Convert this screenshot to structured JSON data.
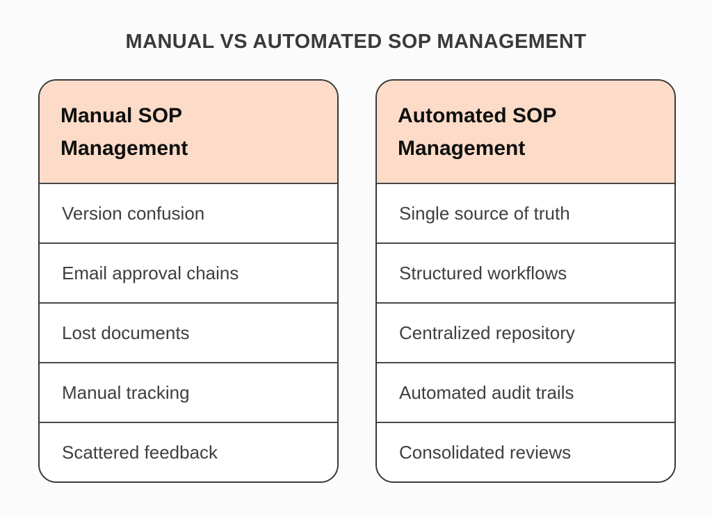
{
  "page": {
    "title": "MANUAL VS AUTOMATED SOP MANAGEMENT"
  },
  "colors": {
    "page_background": "#fbfbfb",
    "card_header_background": "#fcdcc8",
    "card_border": "#383838",
    "row_divider": "#484848",
    "title_text": "#3a3a3a",
    "header_text": "#0f0f0f",
    "row_text": "#3f3f3f",
    "card_background": "#ffffff"
  },
  "columns": [
    {
      "header": "Manual SOP Management",
      "rows": [
        "Version confusion",
        "Email approval chains",
        "Lost documents",
        "Manual tracking",
        "Scattered feedback"
      ]
    },
    {
      "header": "Automated SOP Management",
      "rows": [
        "Single source of truth",
        "Structured workflows",
        "Centralized repository",
        "Automated audit trails",
        "Consolidated reviews"
      ]
    }
  ]
}
